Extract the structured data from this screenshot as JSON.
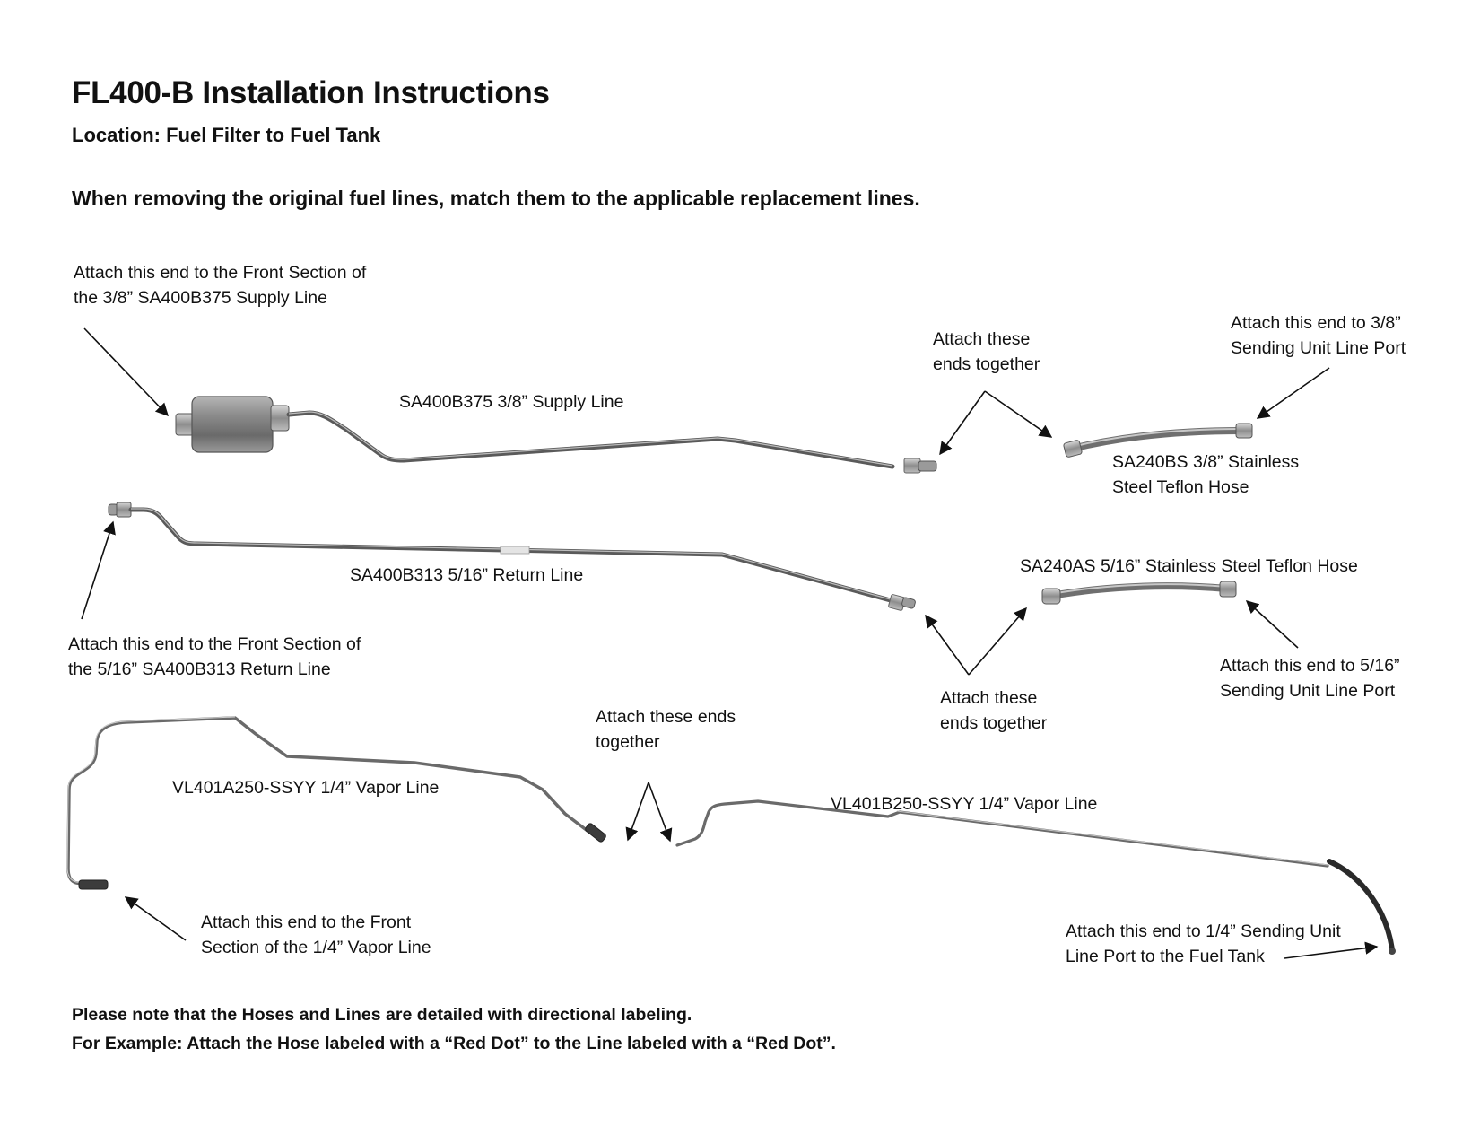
{
  "document": {
    "title": "FL400-B Installation Instructions",
    "subtitle": "Location: Fuel Filter to Fuel Tank",
    "heading": "When removing the original fuel lines, match them to the applicable replacement lines."
  },
  "parts": {
    "supply_line": "SA400B375 3/8” Supply Line",
    "hose_3_8": [
      "SA240BS 3/8” Stainless",
      "Steel Teflon Hose"
    ],
    "return_line": "SA400B313  5/16” Return Line",
    "hose_5_16": "SA240AS 5/16” Stainless Steel Teflon Hose",
    "vapor_a": "VL401A250-SSYY 1/4” Vapor Line",
    "vapor_b": "VL401B250-SSYY 1/4” Vapor Line"
  },
  "callouts": {
    "supply_front": [
      "Attach this end to the Front Section of",
      "the 3/8” SA400B375 Supply Line"
    ],
    "supply_join": [
      "Attach these",
      "ends together"
    ],
    "supply_port": [
      "Attach this end to 3/8”",
      "Sending Unit Line Port"
    ],
    "return_front": [
      "Attach this end to the Front Section of",
      "the 5/16” SA400B313 Return Line"
    ],
    "return_join": [
      "Attach these",
      "ends together"
    ],
    "return_port": [
      "Attach this end to 5/16”",
      "Sending Unit Line Port"
    ],
    "vapor_join": [
      "Attach these ends",
      "together"
    ],
    "vapor_front": [
      "Attach this end to the Front",
      "Section of the 1/4” Vapor Line"
    ],
    "vapor_port": [
      "Attach this end to 1/4” Sending Unit",
      "Line Port to the Fuel Tank"
    ]
  },
  "notes": [
    "Please note that the Hoses and Lines are detailed with directional labeling.",
    "For Example: Attach the Hose labeled with a “Red Dot” to the Line labeled with a “Red Dot”."
  ],
  "colors": {
    "text": "#111111",
    "steel": "#7a7a7a",
    "steel_dark": "#4a4a4a",
    "rubber": "#2a2a2a"
  }
}
